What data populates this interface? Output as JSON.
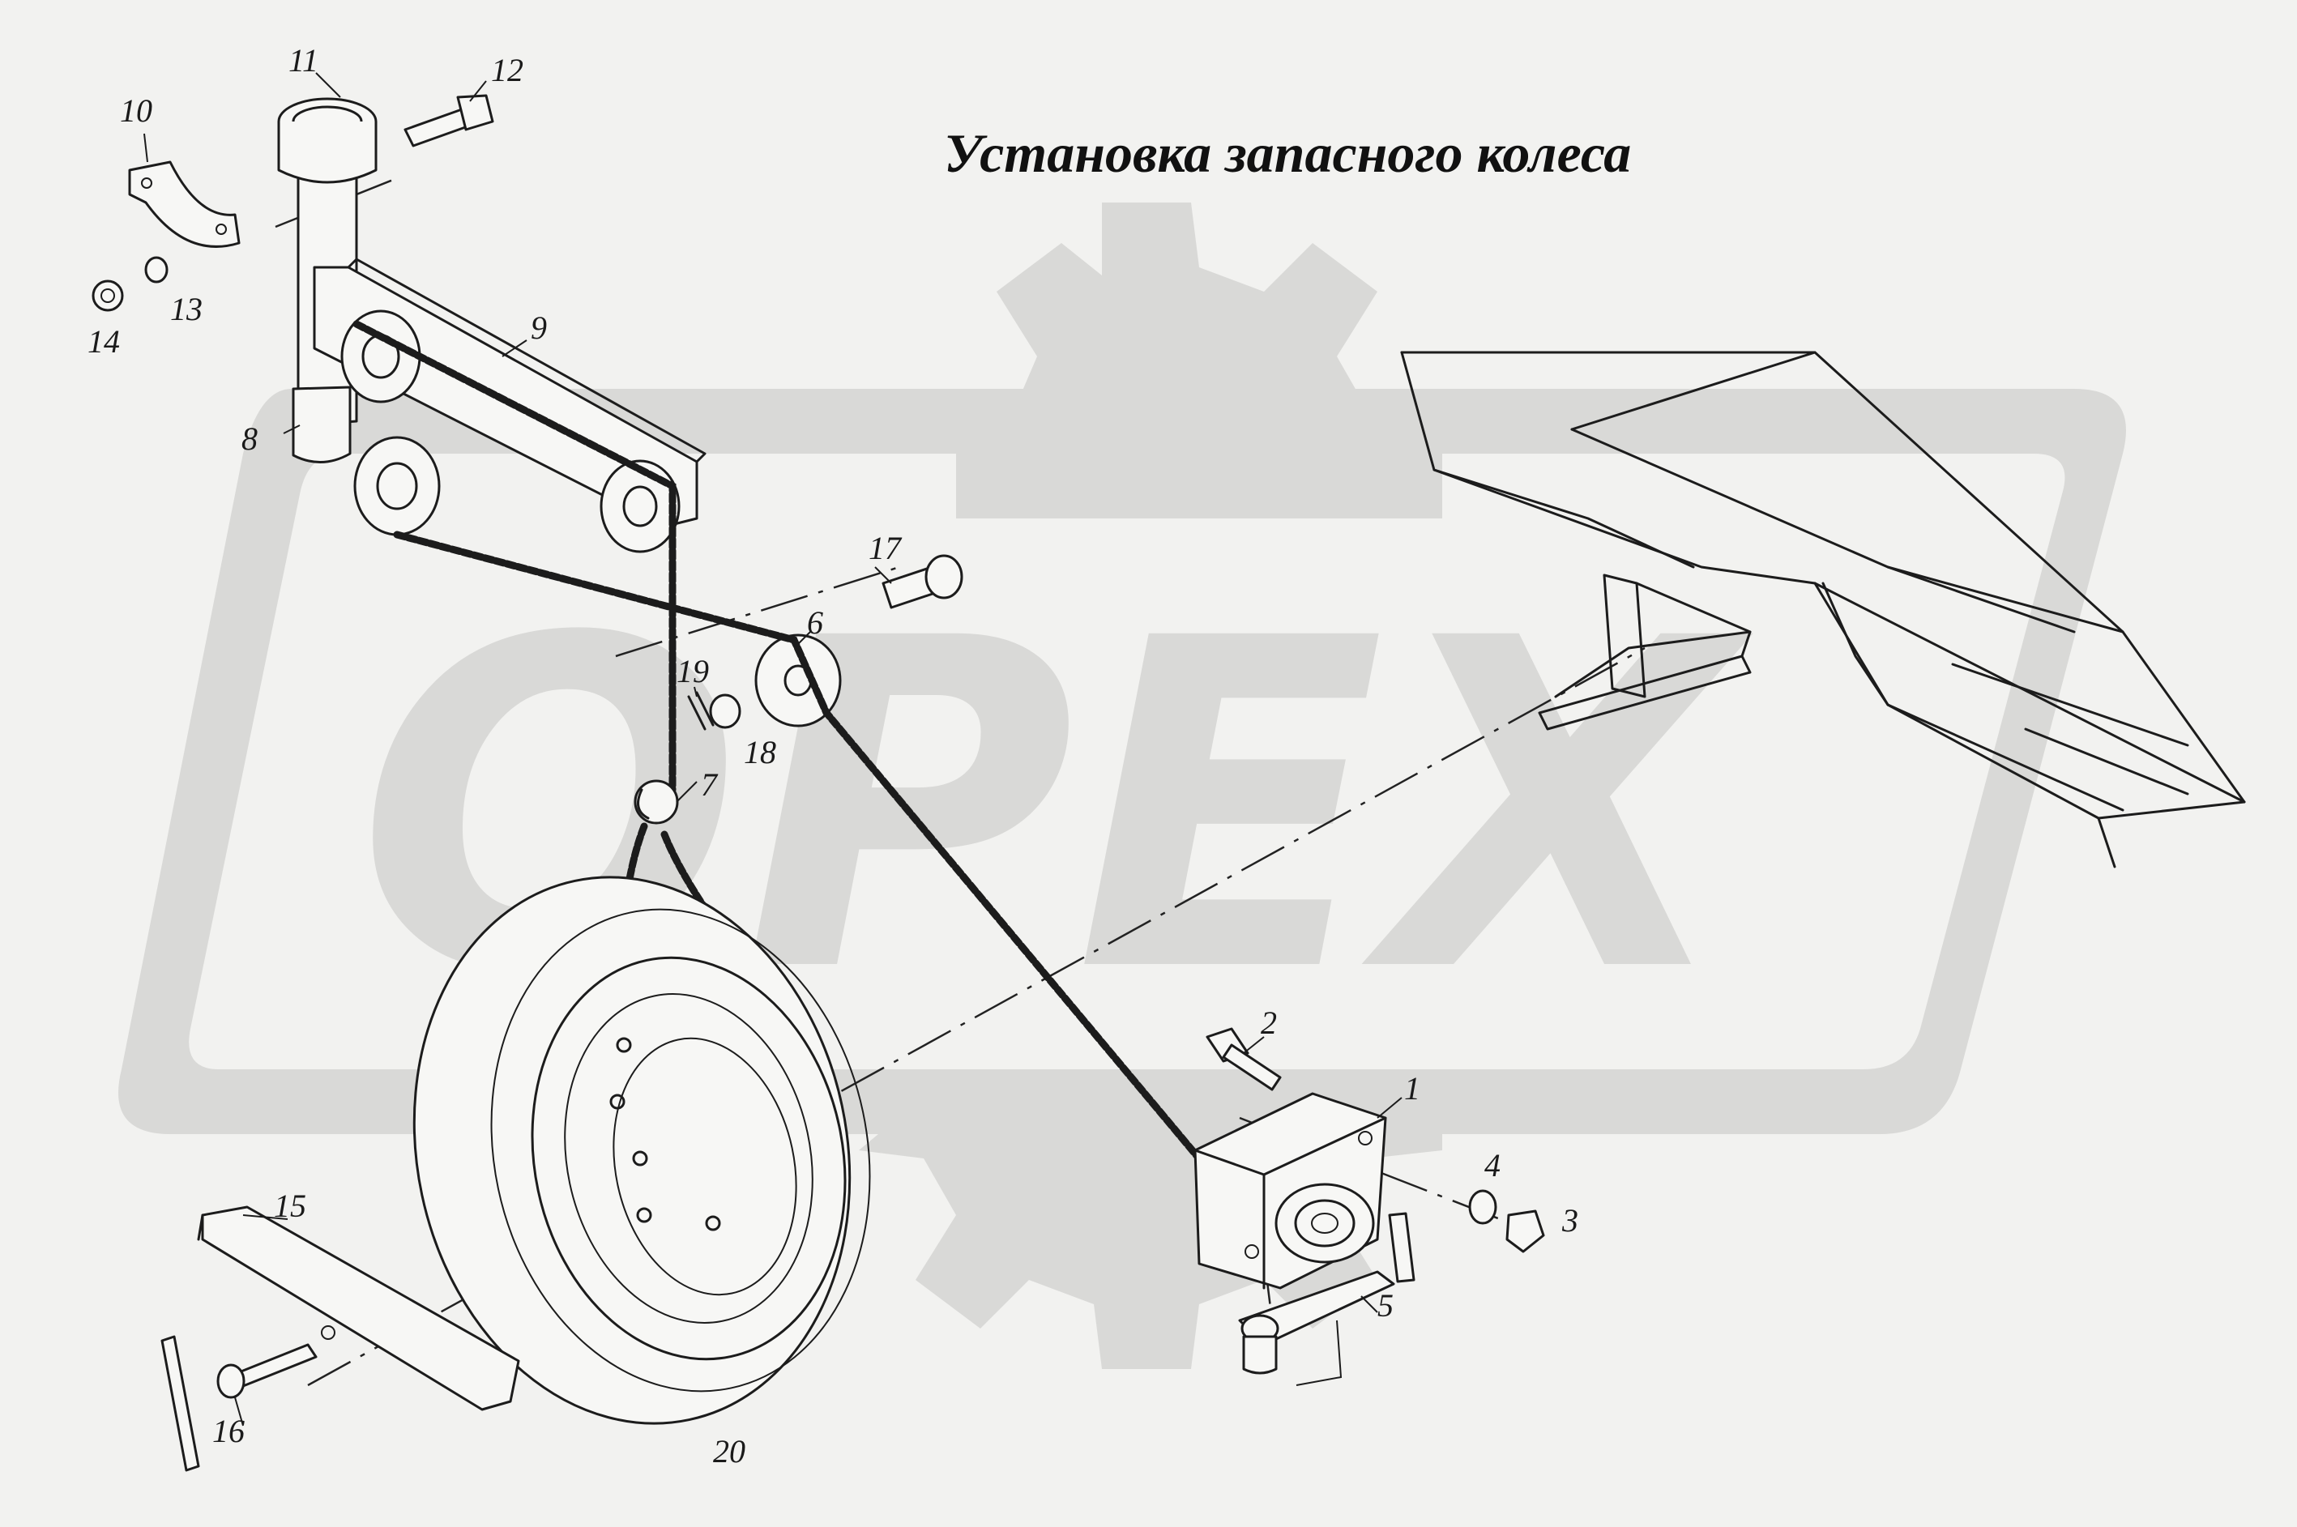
{
  "title": "Установка запасного колеса",
  "watermark": {
    "text": "OPEX",
    "color": "#d9d9d7"
  },
  "callouts": [
    {
      "number": "1"
    },
    {
      "number": "2"
    },
    {
      "number": "3"
    },
    {
      "number": "4"
    },
    {
      "number": "5"
    },
    {
      "number": "6"
    },
    {
      "number": "7"
    },
    {
      "number": "8"
    },
    {
      "number": "9"
    },
    {
      "number": "10"
    },
    {
      "number": "11"
    },
    {
      "number": "12"
    },
    {
      "number": "13"
    },
    {
      "number": "14"
    },
    {
      "number": "15"
    },
    {
      "number": "16"
    },
    {
      "number": "17"
    },
    {
      "number": "18"
    },
    {
      "number": "19"
    },
    {
      "number": "20"
    }
  ]
}
